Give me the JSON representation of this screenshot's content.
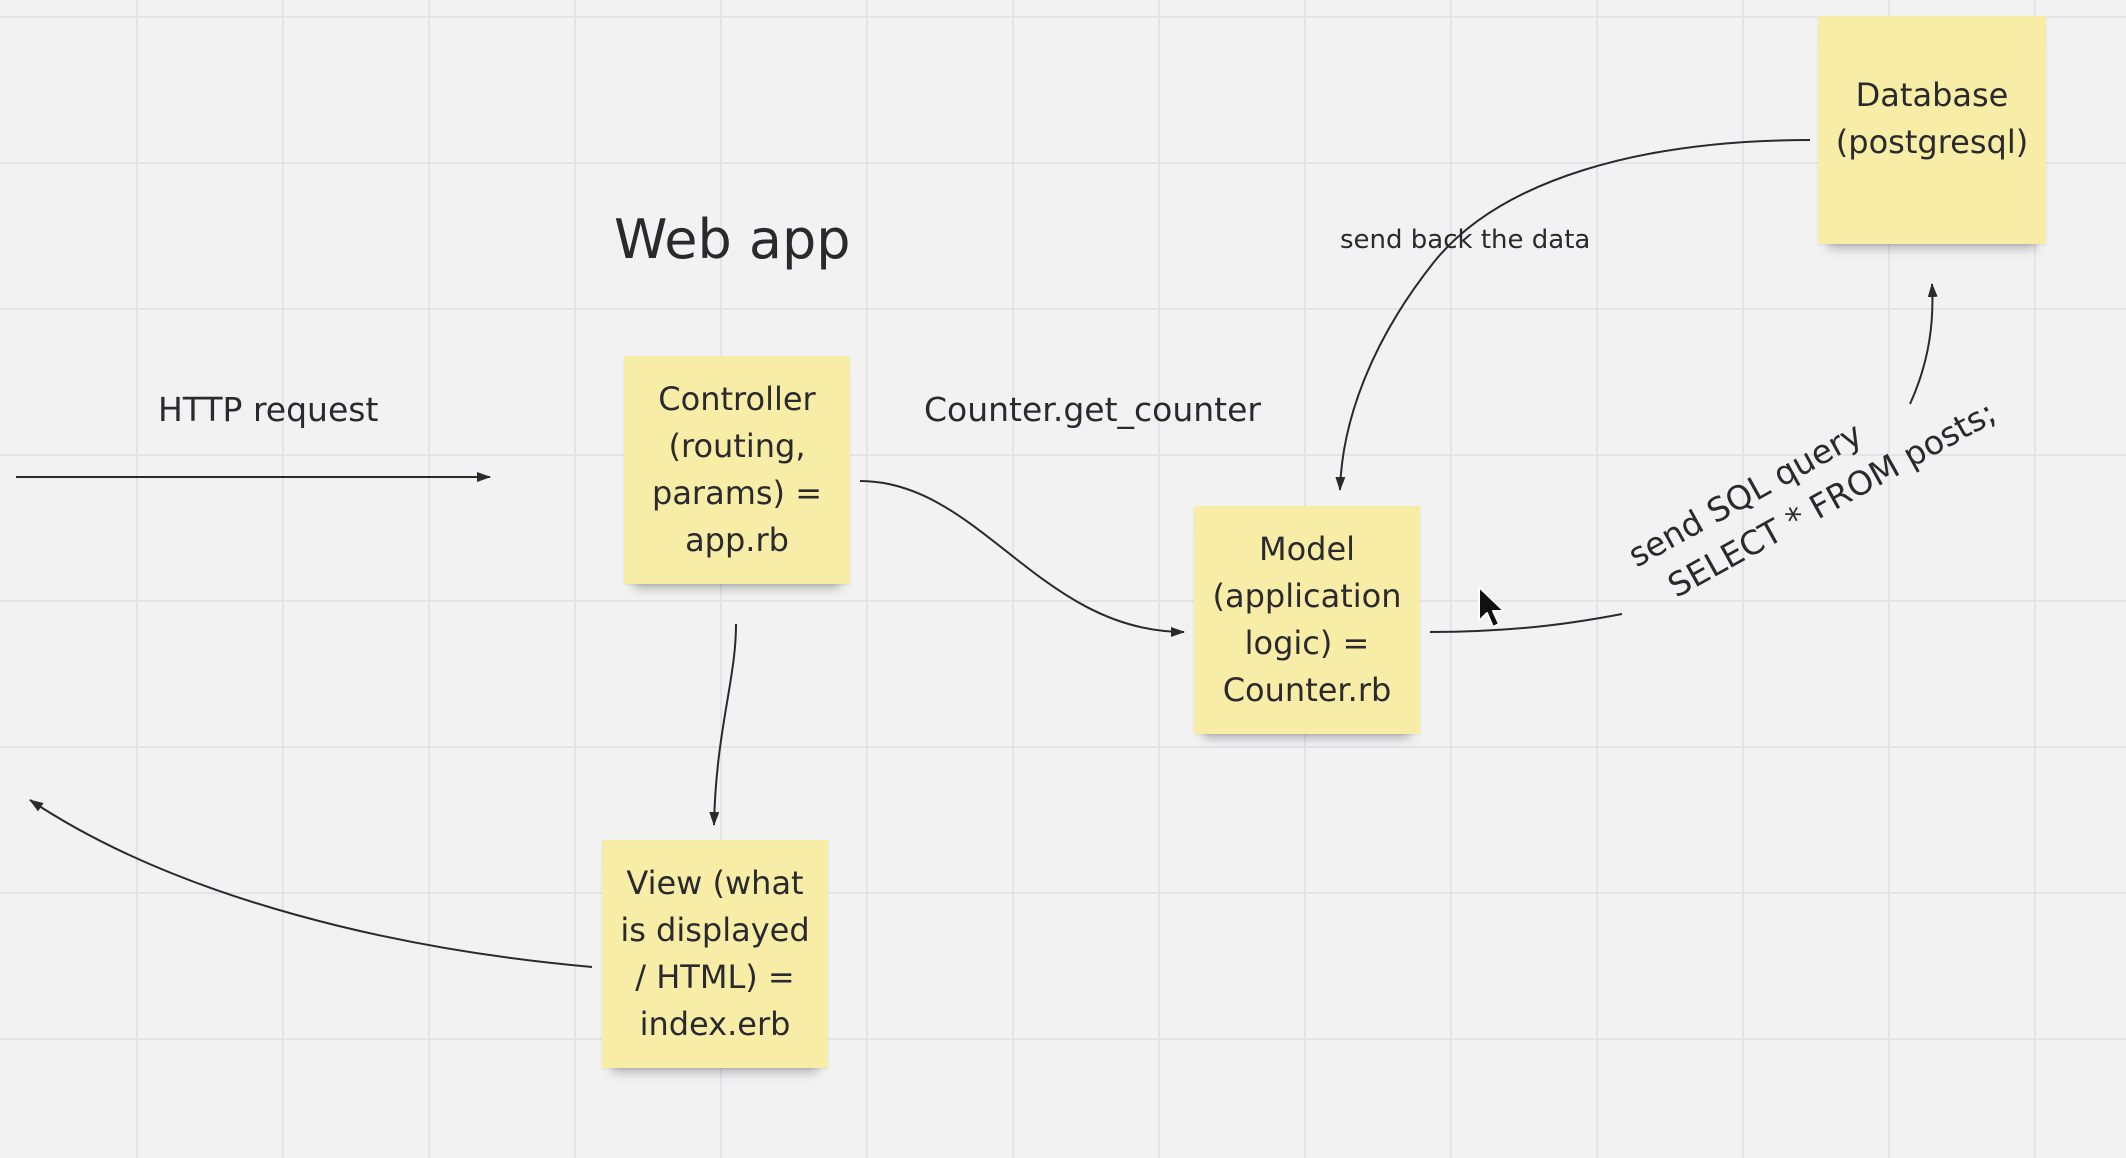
{
  "title": "Web app",
  "stickies": {
    "controller": "Controller (routing, params) = app.rb",
    "model": "Model (application logic) = Counter.rb",
    "database": "Database (postgresql)",
    "view": "View (what is displayed / HTML) = index.erb"
  },
  "labels": {
    "http_request": "HTTP request",
    "counter_call": "Counter.get_counter",
    "send_back": "send back the data",
    "sql_line1": "send SQL query",
    "sql_line2": "SELECT * FROM posts;"
  },
  "colors": {
    "background": "#f2f2f3",
    "grid": "#e4e4e7",
    "sticky": "#f8eda6",
    "connector": "#2a2a2e"
  },
  "icons": {
    "cursor": "mouse-pointer-icon"
  }
}
